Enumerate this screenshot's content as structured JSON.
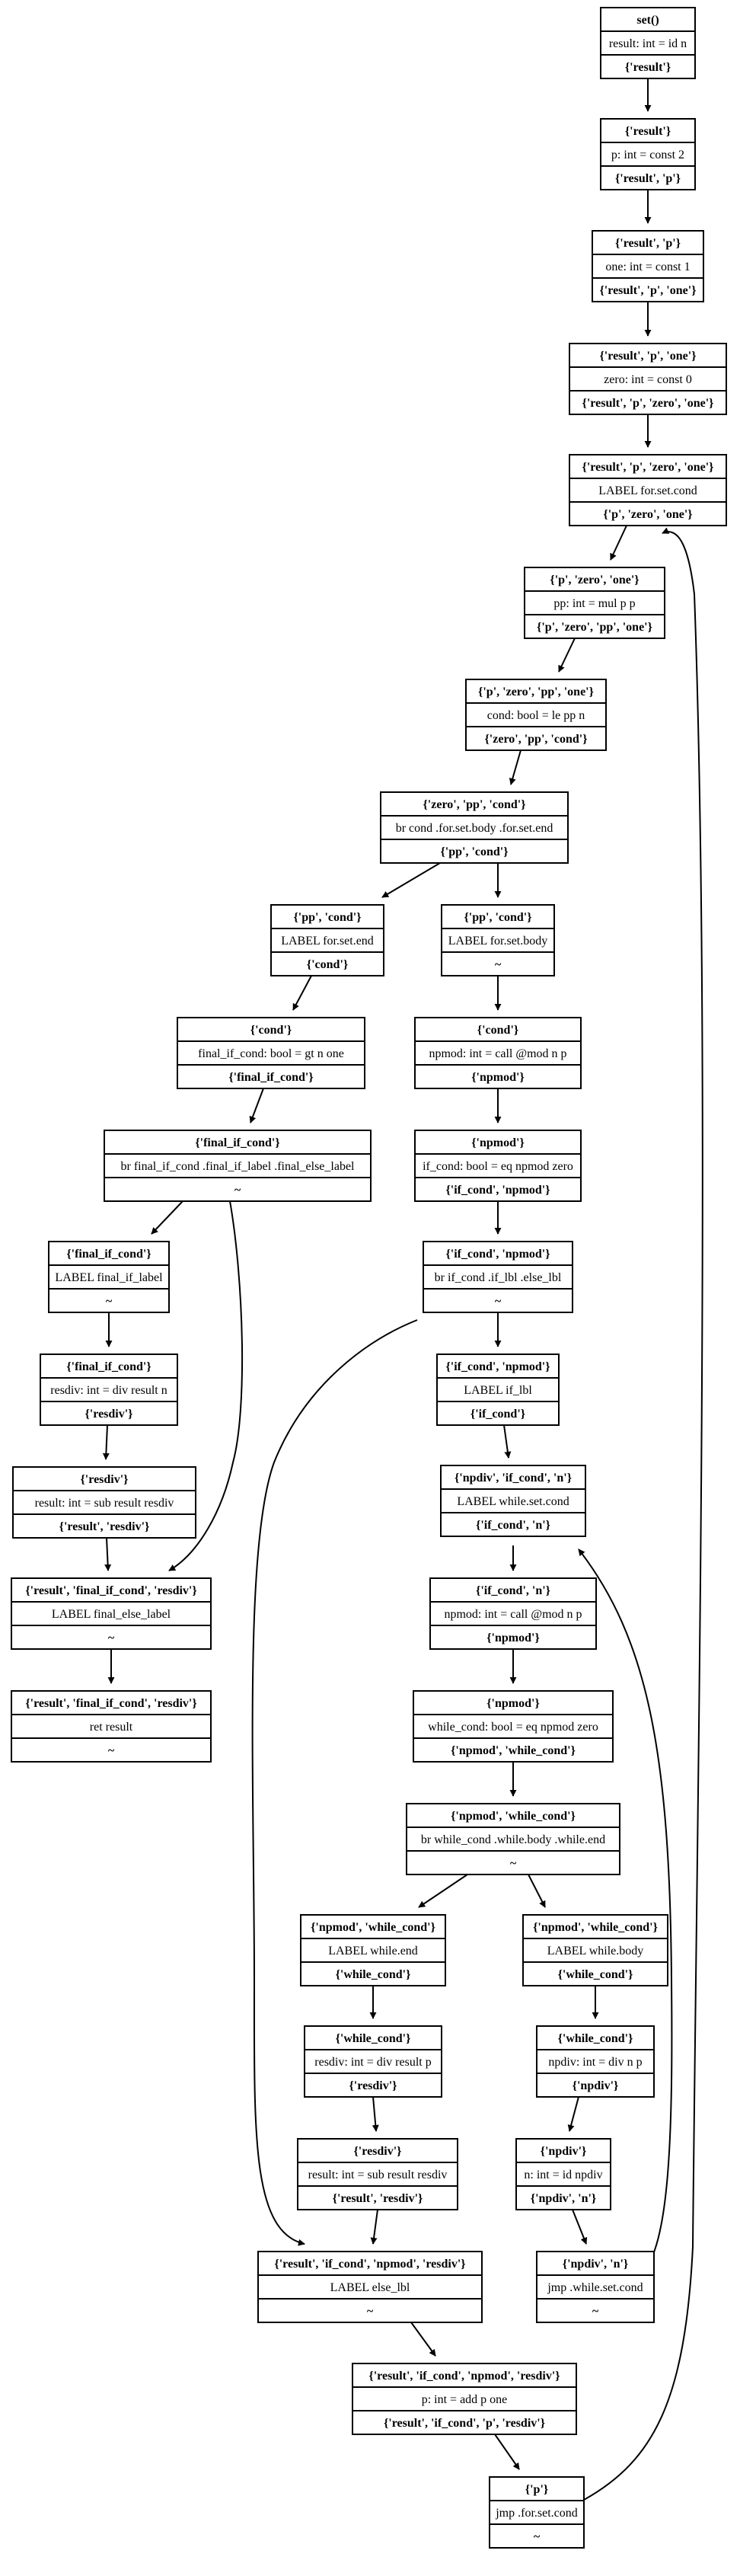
{
  "nodes": [
    {
      "id": "n_set",
      "in": "set()",
      "instr": "result: int = id n",
      "out": "{'result'}"
    },
    {
      "id": "n_p",
      "in": "{'result'}",
      "instr": "p: int = const 2",
      "out": "{'result', 'p'}"
    },
    {
      "id": "n_one",
      "in": "{'result', 'p'}",
      "instr": "one: int = const 1",
      "out": "{'result', 'p', 'one'}"
    },
    {
      "id": "n_zero",
      "in": "{'result', 'p', 'one'}",
      "instr": "zero: int = const 0",
      "out": "{'result', 'p', 'zero', 'one'}"
    },
    {
      "id": "n_forcond",
      "in": "{'result', 'p', 'zero', 'one'}",
      "instr": "LABEL for.set.cond",
      "out": "{'p', 'zero', 'one'}"
    },
    {
      "id": "n_pp",
      "in": "{'p', 'zero', 'one'}",
      "instr": "pp: int = mul p p",
      "out": "{'p', 'zero', 'pp', 'one'}"
    },
    {
      "id": "n_cond",
      "in": "{'p', 'zero', 'pp', 'one'}",
      "instr": "cond: bool = le pp n",
      "out": "{'zero', 'pp', 'cond'}"
    },
    {
      "id": "n_brcond",
      "in": "{'zero', 'pp', 'cond'}",
      "instr": "br cond .for.set.body .for.set.end",
      "out": "{'pp', 'cond'}"
    },
    {
      "id": "n_forend",
      "in": "{'pp', 'cond'}",
      "instr": "LABEL for.set.end",
      "out": "{'cond'}"
    },
    {
      "id": "n_forbody",
      "in": "{'pp', 'cond'}",
      "instr": "LABEL for.set.body",
      "out": "~"
    },
    {
      "id": "n_finalifcond",
      "in": "{'cond'}",
      "instr": "final_if_cond: bool = gt n one",
      "out": "{'final_if_cond'}"
    },
    {
      "id": "n_npmod1",
      "in": "{'cond'}",
      "instr": "npmod: int = call @mod n p",
      "out": "{'npmod'}"
    },
    {
      "id": "n_brfinal",
      "in": "{'final_if_cond'}",
      "instr": "br final_if_cond .final_if_label .final_else_label",
      "out": "~"
    },
    {
      "id": "n_ifcond",
      "in": "{'npmod'}",
      "instr": "if_cond: bool = eq npmod zero",
      "out": "{'if_cond', 'npmod'}"
    },
    {
      "id": "n_finaliflabel",
      "in": "{'final_if_cond'}",
      "instr": "LABEL final_if_label",
      "out": "~"
    },
    {
      "id": "n_brif",
      "in": "{'if_cond', 'npmod'}",
      "instr": "br if_cond .if_lbl .else_lbl",
      "out": "~"
    },
    {
      "id": "n_resdiv1",
      "in": "{'final_if_cond'}",
      "instr": "resdiv: int = div result n",
      "out": "{'resdiv'}"
    },
    {
      "id": "n_iflbl",
      "in": "{'if_cond', 'npmod'}",
      "instr": "LABEL if_lbl",
      "out": "{'if_cond'}"
    },
    {
      "id": "n_result1",
      "in": "{'resdiv'}",
      "instr": "result: int = sub result resdiv",
      "out": "{'result', 'resdiv'}"
    },
    {
      "id": "n_whilecondlbl",
      "in": "{'npdiv', 'if_cond', 'n'}",
      "instr": "LABEL while.set.cond",
      "out": "{'if_cond', 'n'}"
    },
    {
      "id": "n_finalelse",
      "in": "{'result', 'final_if_cond', 'resdiv'}",
      "instr": "LABEL final_else_label",
      "out": "~"
    },
    {
      "id": "n_npmod2",
      "in": "{'if_cond', 'n'}",
      "instr": "npmod: int = call @mod n p",
      "out": "{'npmod'}"
    },
    {
      "id": "n_ret",
      "in": "{'result', 'final_if_cond', 'resdiv'}",
      "instr": "ret result",
      "out": "~"
    },
    {
      "id": "n_whilecond",
      "in": "{'npmod'}",
      "instr": "while_cond: bool = eq npmod zero",
      "out": "{'npmod', 'while_cond'}"
    },
    {
      "id": "n_brwhile",
      "in": "{'npmod', 'while_cond'}",
      "instr": "br while_cond .while.body .while.end",
      "out": "~"
    },
    {
      "id": "n_whileend",
      "in": "{'npmod', 'while_cond'}",
      "instr": "LABEL while.end",
      "out": "{'while_cond'}"
    },
    {
      "id": "n_whilebody",
      "in": "{'npmod', 'while_cond'}",
      "instr": "LABEL while.body",
      "out": "{'while_cond'}"
    },
    {
      "id": "n_resdiv2",
      "in": "{'while_cond'}",
      "instr": "resdiv: int = div result p",
      "out": "{'resdiv'}"
    },
    {
      "id": "n_npdiv",
      "in": "{'while_cond'}",
      "instr": "npdiv: int = div n p",
      "out": "{'npdiv'}"
    },
    {
      "id": "n_result2",
      "in": "{'resdiv'}",
      "instr": "result: int = sub result resdiv",
      "out": "{'result', 'resdiv'}"
    },
    {
      "id": "n_nid",
      "in": "{'npdiv'}",
      "instr": "n: int = id npdiv",
      "out": "{'npdiv', 'n'}"
    },
    {
      "id": "n_elselbl",
      "in": "{'result', 'if_cond', 'npmod', 'resdiv'}",
      "instr": "LABEL else_lbl",
      "out": "~"
    },
    {
      "id": "n_jmpwhile",
      "in": "{'npdiv', 'n'}",
      "instr": "jmp .while.set.cond",
      "out": "~"
    },
    {
      "id": "n_padd",
      "in": "{'result', 'if_cond', 'npmod', 'resdiv'}",
      "instr": "p: int = add p one",
      "out": "{'result', 'if_cond', 'p', 'resdiv'}"
    },
    {
      "id": "n_jmpfor",
      "in": "{'p'}",
      "instr": "jmp .for.set.cond",
      "out": "~"
    }
  ],
  "edges": [
    {
      "id": "e_set_p",
      "from": "n_set",
      "to": "n_p"
    },
    {
      "id": "e_p_one",
      "from": "n_p",
      "to": "n_one"
    },
    {
      "id": "e_one_zero",
      "from": "n_one",
      "to": "n_zero"
    },
    {
      "id": "e_zero_forcond",
      "from": "n_zero",
      "to": "n_forcond"
    },
    {
      "id": "e_forcond_pp",
      "from": "n_forcond",
      "to": "n_pp"
    },
    {
      "id": "e_pp_cond",
      "from": "n_pp",
      "to": "n_cond"
    },
    {
      "id": "e_cond_brcond",
      "from": "n_cond",
      "to": "n_brcond"
    },
    {
      "id": "e_brcond_forend",
      "from": "n_brcond",
      "to": "n_forend"
    },
    {
      "id": "e_brcond_forbody",
      "from": "n_brcond",
      "to": "n_forbody"
    },
    {
      "id": "e_forend_final",
      "from": "n_forend",
      "to": "n_finalifcond"
    },
    {
      "id": "e_forbody_npmod1",
      "from": "n_forbody",
      "to": "n_npmod1"
    },
    {
      "id": "e_final_brfinal",
      "from": "n_finalifcond",
      "to": "n_brfinal"
    },
    {
      "id": "e_npmod1_ifcond",
      "from": "n_npmod1",
      "to": "n_ifcond"
    },
    {
      "id": "e_brfinal_iflabel",
      "from": "n_brfinal",
      "to": "n_finaliflabel"
    },
    {
      "id": "e_brfinal_else",
      "from": "n_brfinal",
      "to": "n_finalelse"
    },
    {
      "id": "e_ifcond_brif",
      "from": "n_ifcond",
      "to": "n_brif"
    },
    {
      "id": "e_iflabel_resdiv1",
      "from": "n_finaliflabel",
      "to": "n_resdiv1"
    },
    {
      "id": "e_brif_iflbl",
      "from": "n_brif",
      "to": "n_iflbl"
    },
    {
      "id": "e_brif_elselbl",
      "from": "n_brif",
      "to": "n_elselbl"
    },
    {
      "id": "e_resdiv1_result1",
      "from": "n_resdiv1",
      "to": "n_result1"
    },
    {
      "id": "e_iflbl_whilecondlbl",
      "from": "n_iflbl",
      "to": "n_whilecondlbl"
    },
    {
      "id": "e_result1_finalelse",
      "from": "n_result1",
      "to": "n_finalelse"
    },
    {
      "id": "e_whilecondlbl_npmod2",
      "from": "n_whilecondlbl",
      "to": "n_npmod2"
    },
    {
      "id": "e_finalelse_ret",
      "from": "n_finalelse",
      "to": "n_ret"
    },
    {
      "id": "e_npmod2_whilecond",
      "from": "n_npmod2",
      "to": "n_whilecond"
    },
    {
      "id": "e_whilecond_brwhile",
      "from": "n_whilecond",
      "to": "n_brwhile"
    },
    {
      "id": "e_brwhile_whileend",
      "from": "n_brwhile",
      "to": "n_whileend"
    },
    {
      "id": "e_brwhile_whilebody",
      "from": "n_brwhile",
      "to": "n_whilebody"
    },
    {
      "id": "e_whileend_resdiv2",
      "from": "n_whileend",
      "to": "n_resdiv2"
    },
    {
      "id": "e_whilebody_npdiv",
      "from": "n_whilebody",
      "to": "n_npdiv"
    },
    {
      "id": "e_resdiv2_result2",
      "from": "n_resdiv2",
      "to": "n_result2"
    },
    {
      "id": "e_npdiv_nid",
      "from": "n_npdiv",
      "to": "n_nid"
    },
    {
      "id": "e_result2_elselbl",
      "from": "n_result2",
      "to": "n_elselbl"
    },
    {
      "id": "e_nid_jmpwhile",
      "from": "n_nid",
      "to": "n_jmpwhile"
    },
    {
      "id": "e_elselbl_padd",
      "from": "n_elselbl",
      "to": "n_padd"
    },
    {
      "id": "e_jmpwhile_whilecondlbl",
      "from": "n_jmpwhile",
      "to": "n_whilecondlbl"
    },
    {
      "id": "e_padd_jmpfor",
      "from": "n_padd",
      "to": "n_jmpfor"
    },
    {
      "id": "e_jmpfor_forcond",
      "from": "n_jmpfor",
      "to": "n_forcond"
    }
  ]
}
